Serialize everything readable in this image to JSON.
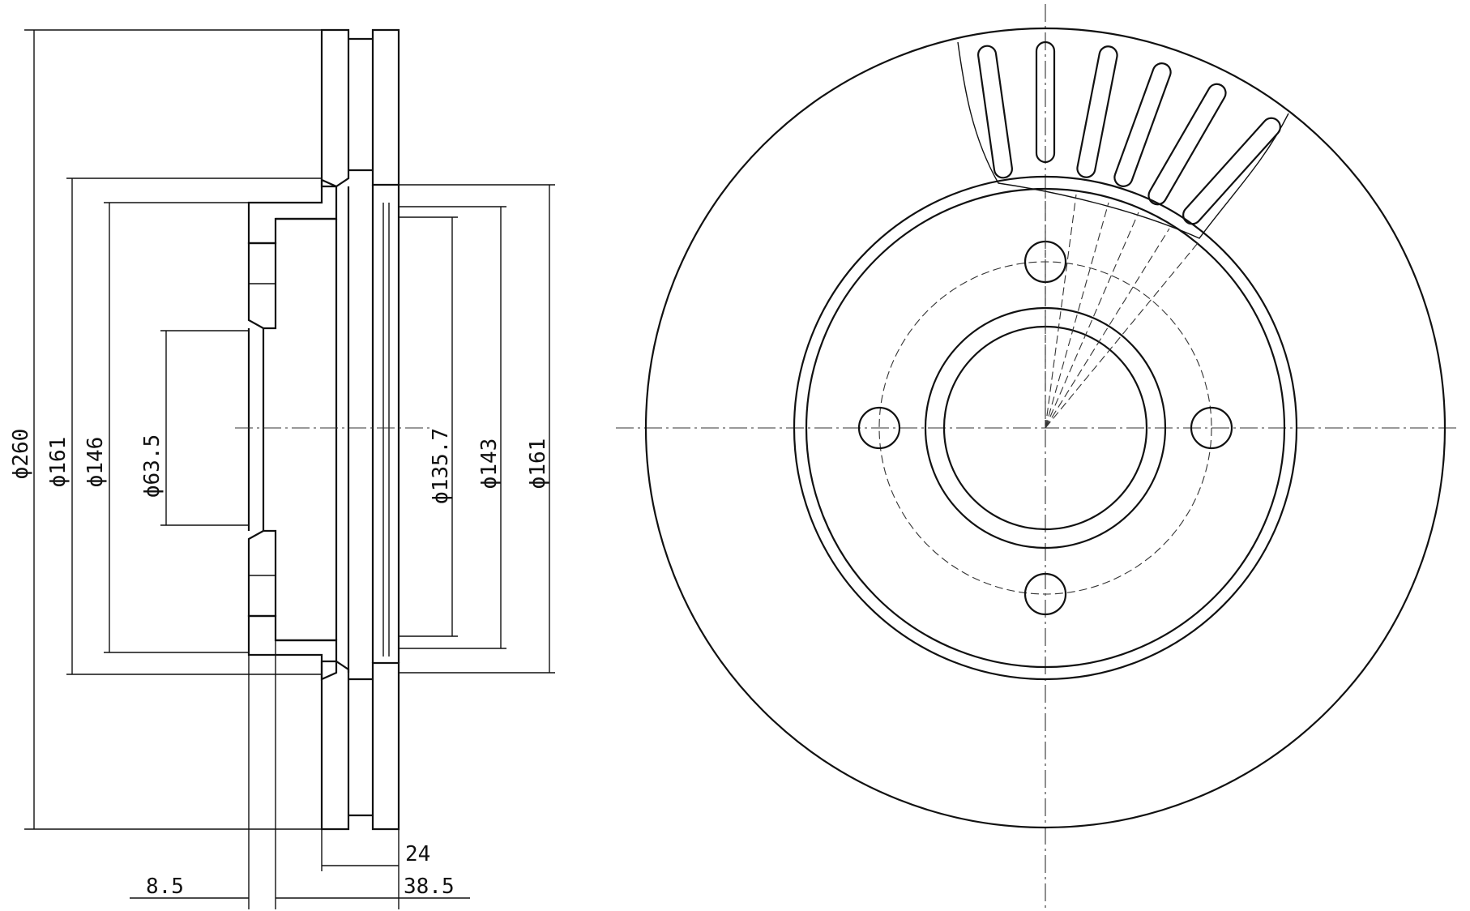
{
  "dimensions": {
    "phi_260": "ϕ260",
    "phi_161_left": "ϕ161",
    "phi_146": "ϕ146",
    "phi_63_5": "ϕ63.5",
    "phi_135_7": "ϕ135.7",
    "phi_143": "ϕ143",
    "phi_161_right": "ϕ161",
    "width_24": "24",
    "offset_8_5": "8.5",
    "height_38_5": "38.5"
  },
  "front_view": {
    "bolt_hole_count": 4,
    "cooling_vane_count_shown": 6
  }
}
